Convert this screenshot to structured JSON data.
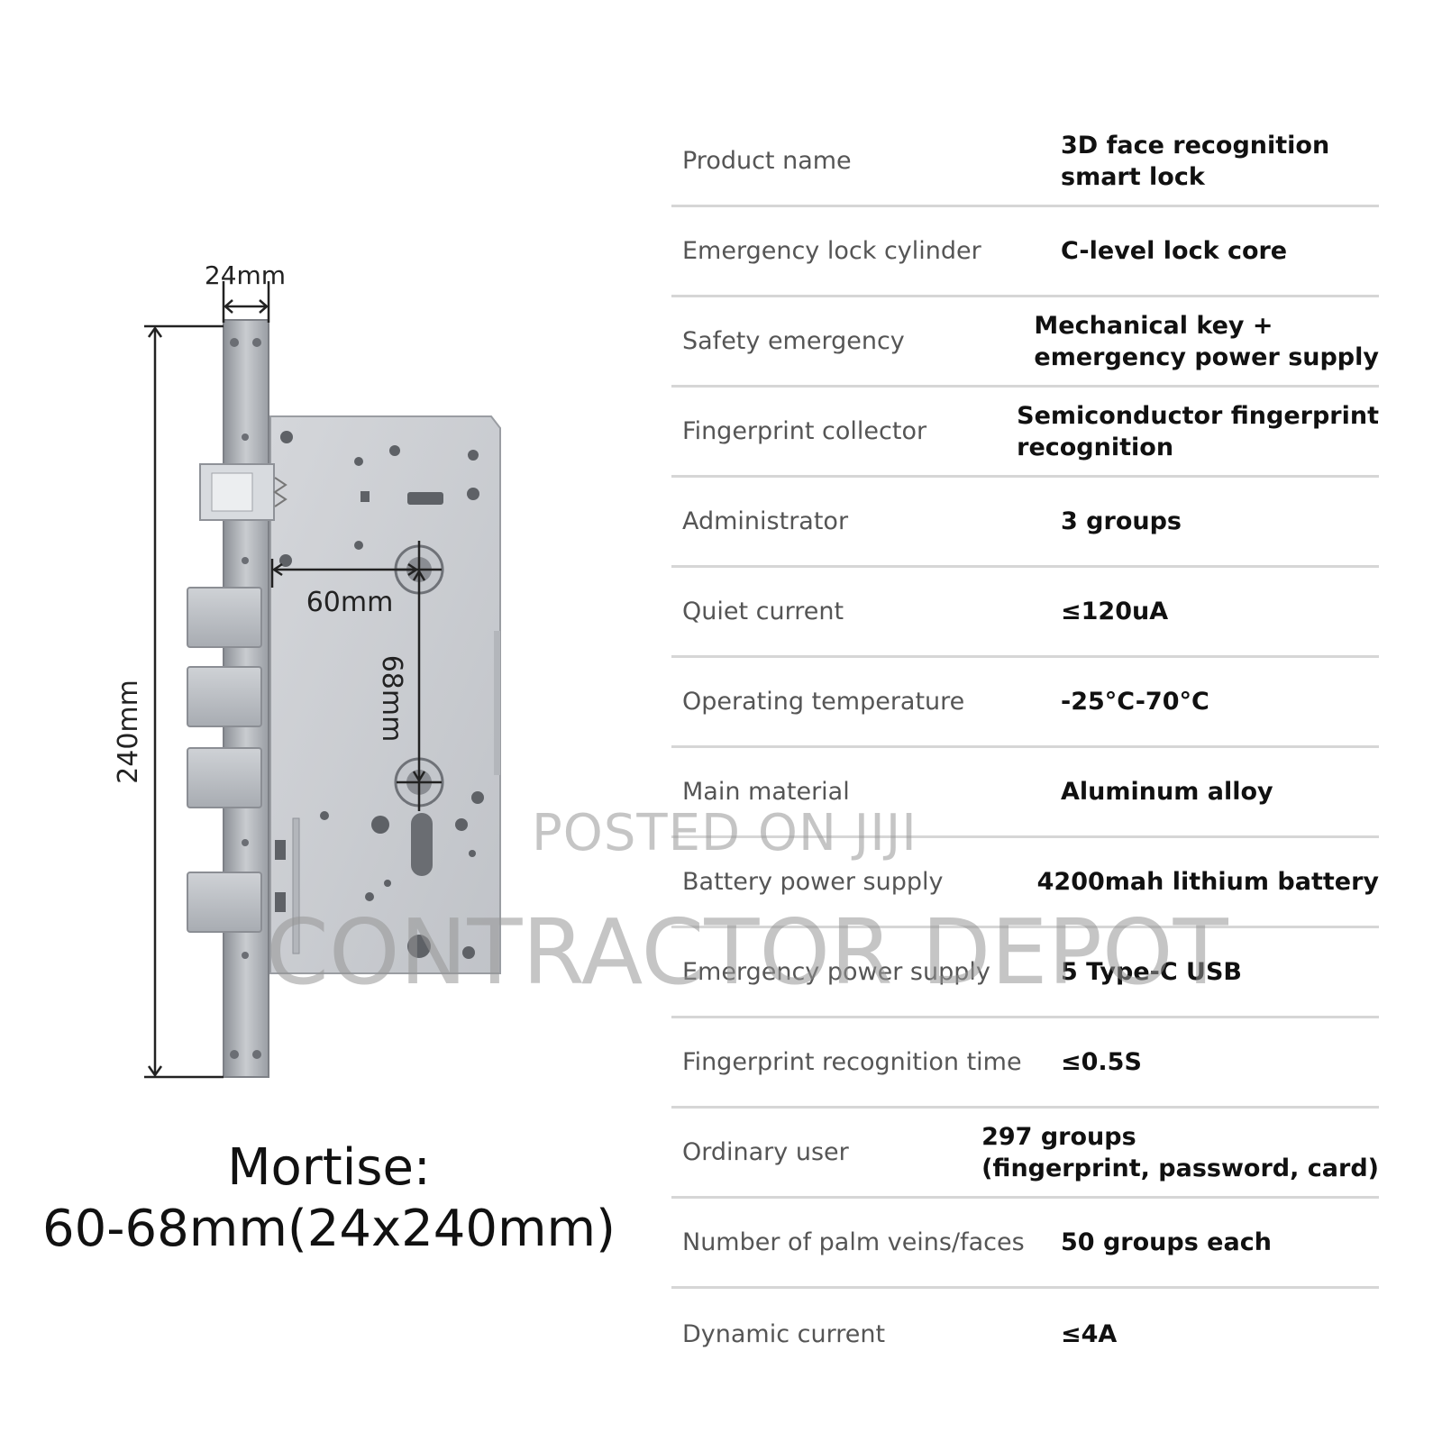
{
  "diagram": {
    "dim_width": "24mm",
    "dim_height": "240mm",
    "dim_backset": "60mm",
    "dim_center": "68mm"
  },
  "caption": {
    "line1": "Mortise:",
    "line2": "60-68mm(24x240mm)"
  },
  "specs": [
    {
      "label": "Product name",
      "value": [
        "3D face recognition",
        "smart lock"
      ]
    },
    {
      "label": "Emergency lock cylinder",
      "value": [
        "C-level lock core"
      ]
    },
    {
      "label": "Safety emergency",
      "value": [
        "Mechanical key +",
        "emergency power supply"
      ]
    },
    {
      "label": "Fingerprint collector",
      "value": [
        "Semiconductor fingerprint",
        "recognition"
      ]
    },
    {
      "label": "Administrator",
      "value": [
        "3 groups"
      ]
    },
    {
      "label": "Quiet current",
      "value": [
        "≤120uA"
      ]
    },
    {
      "label": "Operating temperature",
      "value": [
        "-25°C-70°C"
      ]
    },
    {
      "label": "Main material",
      "value": [
        "Aluminum alloy"
      ]
    },
    {
      "label": "Battery power supply",
      "value": [
        "4200mah lithium battery"
      ]
    },
    {
      "label": "Emergency power supply",
      "value": [
        "5 Type-C USB"
      ]
    },
    {
      "label": "Fingerprint recognition time",
      "value": [
        "≤0.5S"
      ]
    },
    {
      "label": "Ordinary user",
      "value": [
        "297 groups",
        "(fingerprint, password, card)"
      ]
    },
    {
      "label": "Number of palm veins/faces",
      "value": [
        "50 groups each"
      ]
    },
    {
      "label": "Dynamic current",
      "value": [
        "≤4A"
      ]
    }
  ],
  "watermark": {
    "line1": "POSTED ON JIJI",
    "line2": "CONTRACTOR DEPOT"
  }
}
